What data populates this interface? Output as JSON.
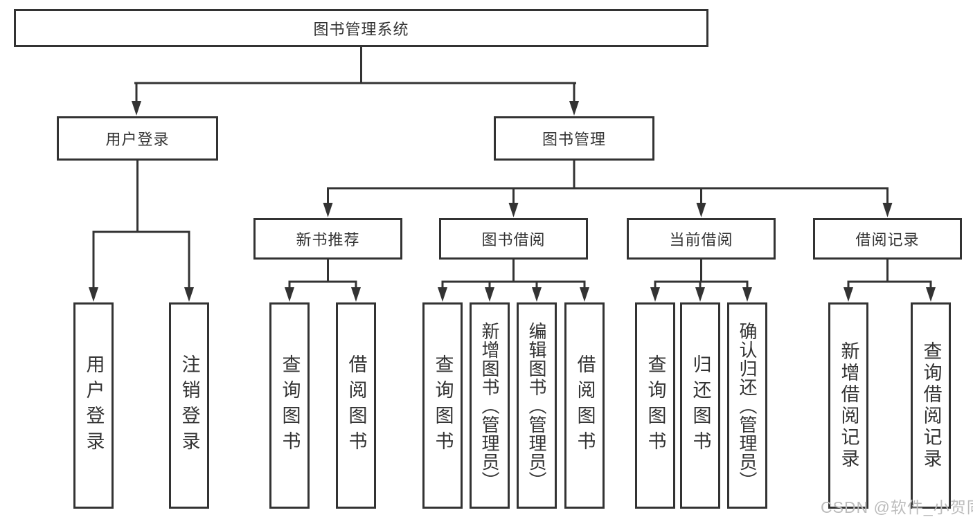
{
  "root": {
    "label": "图书管理系统"
  },
  "level2": [
    {
      "label": "用户登录"
    },
    {
      "label": "图书管理"
    }
  ],
  "level3": [
    {
      "label": "新书推荐"
    },
    {
      "label": "图书借阅"
    },
    {
      "label": "当前借阅"
    },
    {
      "label": "借阅记录"
    }
  ],
  "leaves": [
    {
      "label": "用户登录",
      "parent": "用户登录"
    },
    {
      "label": "注销登录",
      "parent": "用户登录"
    },
    {
      "label": "查询图书",
      "parent": "新书推荐"
    },
    {
      "label": "借阅图书",
      "parent": "新书推荐"
    },
    {
      "label": "查询图书",
      "parent": "图书借阅"
    },
    {
      "label": "新增图书（管理员）",
      "parent": "图书借阅"
    },
    {
      "label": "编辑图书（管理员）",
      "parent": "图书借阅"
    },
    {
      "label": "借阅图书",
      "parent": "图书借阅"
    },
    {
      "label": "查询图书",
      "parent": "当前借阅"
    },
    {
      "label": "归还图书",
      "parent": "当前借阅"
    },
    {
      "label": "确认归还（管理员）",
      "parent": "当前借阅"
    },
    {
      "label": "新增借阅记录",
      "parent": "借阅记录"
    },
    {
      "label": "查询借阅记录",
      "parent": "借阅记录"
    }
  ],
  "watermark": {
    "text": "CSDN @软件_小贺同学"
  },
  "colors": {
    "line": "#333333",
    "text": "#333333",
    "box_background": "#ffffff",
    "page_background": "#ffffff",
    "watermark": "#bcbcbc"
  }
}
